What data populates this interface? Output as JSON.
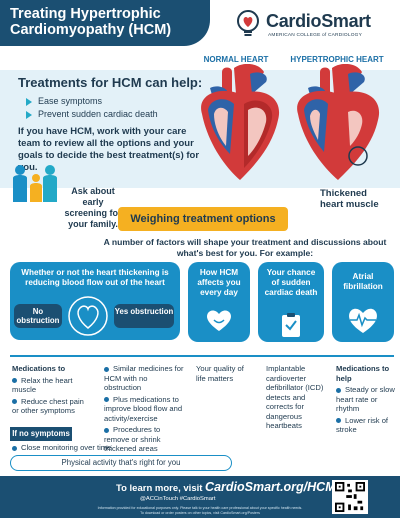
{
  "header": {
    "title_line1": "Treating Hypertrophic",
    "title_line2": "Cardiomyopathy (HCM)",
    "logo_name": "CardioSmart",
    "logo_sub": "AMERICAN COLLEGE of CARDIOLOGY"
  },
  "treatments": {
    "heading": "Treatments for HCM can help:",
    "bullets": [
      "Ease symptoms",
      "Prevent sudden cardiac death"
    ],
    "paragraph": "If you have HCM, work with your care team to review all the options and your goals to decide the best treatment(s) for you."
  },
  "hearts": {
    "normal_label": "NORMAL HEART",
    "hypertrophic_label": "HYPERTROPHIC HEART",
    "thickened_line1": "Thickened",
    "thickened_line2": "heart muscle"
  },
  "ask": "Ask about early screening for your family.",
  "weighing": {
    "banner": "Weighing treatment options",
    "intro": "A number of factors will shape your treatment and discussions about what's best for you. For example:"
  },
  "factors": {
    "f1_title": "Whether or not the heart thickening is reducing blood flow out of the heart",
    "no_label": "No obstruction",
    "yes_label": "Yes obstruction",
    "f2_title": "How HCM affects you every day",
    "f3_title": "Your chance of sudden cardiac death",
    "f4_title": "Atrial fibrillation"
  },
  "details": {
    "c1_heading": "Medications to",
    "c1_items": [
      "Relax the heart muscle",
      "Reduce chest pain or other symptoms"
    ],
    "c1_nosym_label": "If no symptoms",
    "c1_nosym_item": "Close monitoring over time",
    "c2_items": [
      "Similar medicines for HCM with no obstruction",
      "Plus medications to improve blood flow and activity/exercise",
      "Procedures to remove or shrink thickened areas"
    ],
    "c3_text": "Your quality of life matters",
    "c4_text": "Implantable cardioverter defibrillator (ICD) detects and corrects for dangerous heartbeats",
    "c5_heading": "Medications to help",
    "c5_items": [
      "Steady or slow heart rate or rhythm",
      "Lower risk of stroke"
    ],
    "physical": "Physical activity that's right for you"
  },
  "footer": {
    "learn_prefix": "To learn more, visit",
    "learn_url": "CardioSmart.org/HCM",
    "social": "@ACCinTouch  #CardioSmart",
    "fine1": "Information provided for educational purposes only. Please talk to your health care professional about your specific health needs.",
    "fine2": "To download or order posters on other topics, visit CardioSmart.org/Posters"
  },
  "colors": {
    "navy": "#1b4f72",
    "blue": "#1a8fc6",
    "cyan": "#23a9c7",
    "gold": "#f5b021",
    "heart_red": "#d23a3a",
    "light_bg": "#e3f1f8"
  }
}
